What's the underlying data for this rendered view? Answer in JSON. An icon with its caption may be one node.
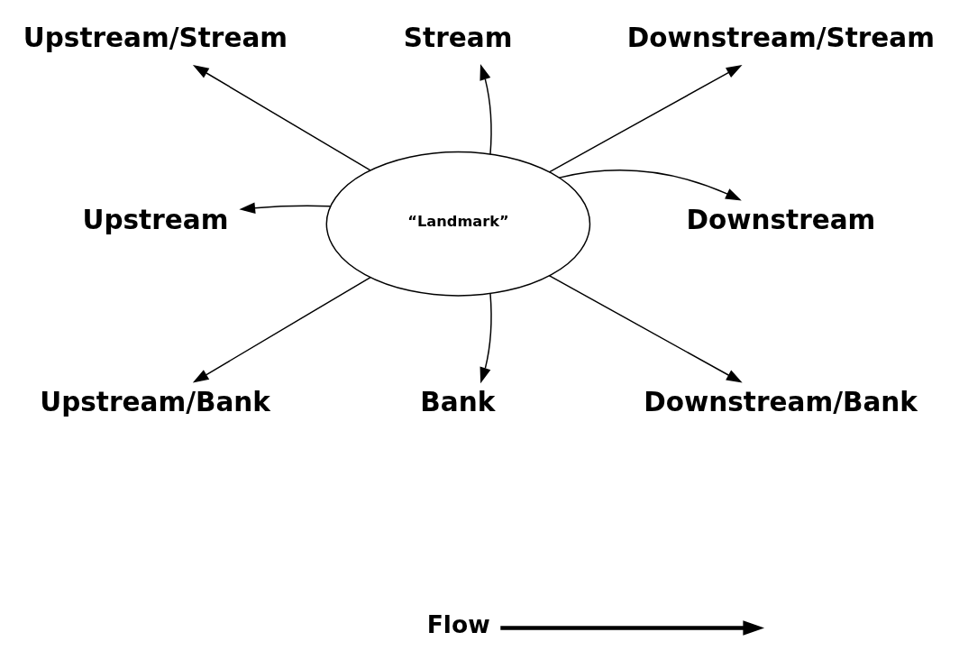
{
  "diagram": {
    "nodes": [
      {
        "text": [
          "Stream"
        ]
      },
      {
        "text": [
          "Upstream/Stream"
        ]
      },
      {
        "text": [
          "Downstream/Stream"
        ]
      },
      {
        "text": [
          "Upstream"
        ]
      },
      {
        "text": [
          "“Landmark”"
        ]
      },
      {
        "text": [
          "Downstream"
        ]
      },
      {
        "text": [
          "Upstream/Bank"
        ]
      },
      {
        "text": [
          "Downstream/Bank"
        ]
      },
      {
        "text": [
          "Bank"
        ]
      }
    ],
    "edges": [
      {
        "from": 4,
        "to": 0,
        "arrow": "to"
      },
      {
        "from": 4,
        "to": 1,
        "arrow": "to"
      },
      {
        "from": 4,
        "to": 2,
        "arrow": "to"
      },
      {
        "from": 4,
        "to": 3,
        "arrow": "to"
      },
      {
        "from": 4,
        "to": 5,
        "arrow": "to"
      },
      {
        "from": 4,
        "to": 6,
        "arrow": "to"
      },
      {
        "from": 4,
        "to": 7,
        "arrow": "to"
      },
      {
        "from": 4,
        "to": 8,
        "arrow": "to"
      }
    ],
    "legend": [
      {
        "text": "Flow"
      }
    ]
  }
}
